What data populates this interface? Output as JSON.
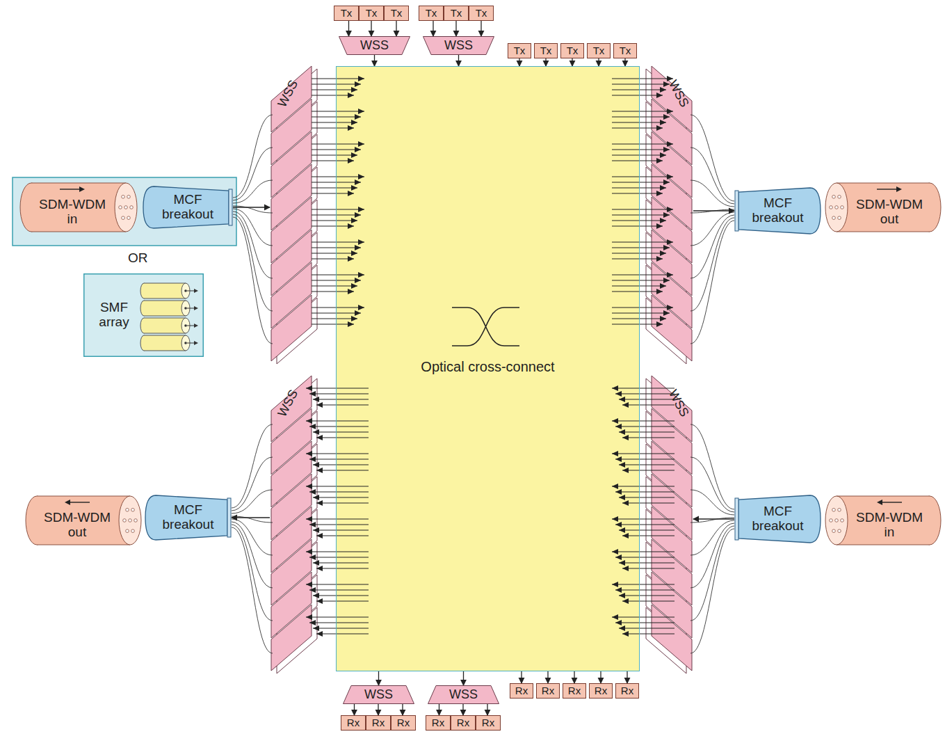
{
  "diagram": {
    "nodes": [
      {
        "text": [
          "Tx"
        ]
      },
      {
        "text": [
          "Tx"
        ]
      },
      {
        "text": [
          "Tx"
        ]
      },
      {
        "text": [
          "Tx"
        ]
      },
      {
        "text": [
          "Tx"
        ]
      },
      {
        "text": [
          "Tx"
        ]
      },
      {
        "text": [
          "WSS"
        ]
      },
      {
        "text": [
          "WSS"
        ]
      },
      {
        "text": [
          "Tx"
        ]
      },
      {
        "text": [
          "Tx"
        ]
      },
      {
        "text": [
          "Tx"
        ]
      },
      {
        "text": [
          "Tx"
        ]
      },
      {
        "text": [
          "Tx"
        ]
      },
      {
        "text": [
          "Optical cross-connect"
        ]
      },
      {
        "text": [
          "WSS"
        ]
      },
      {
        "text": [
          "WSS"
        ]
      },
      {
        "text": [
          "SDM-WDM in"
        ]
      },
      {
        "text": [
          "MCF breakout"
        ]
      },
      {
        "text": [
          "MCF breakout"
        ]
      },
      {
        "text": [
          "SDM-WDM out"
        ]
      },
      {
        "text": [
          "SMF array"
        ]
      },
      {
        "text": [
          "WSS"
        ]
      },
      {
        "text": [
          "WSS"
        ]
      },
      {
        "text": [
          "SDM-WDM out"
        ]
      },
      {
        "text": [
          "MCF breakout"
        ]
      },
      {
        "text": [
          "MCF breakout"
        ]
      },
      {
        "text": [
          "SDM-WDM in"
        ]
      },
      {
        "text": [
          "WSS"
        ]
      },
      {
        "text": [
          "WSS"
        ]
      },
      {
        "text": [
          "Rx"
        ]
      },
      {
        "text": [
          "Rx"
        ]
      },
      {
        "text": [
          "Rx"
        ]
      },
      {
        "text": [
          "Rx"
        ]
      },
      {
        "text": [
          "Rx"
        ]
      },
      {
        "text": [
          "Rx"
        ]
      },
      {
        "text": [
          "Rx"
        ]
      },
      {
        "text": [
          "Rx"
        ]
      },
      {
        "text": [
          "Rx"
        ]
      },
      {
        "text": [
          "Rx"
        ]
      },
      {
        "text": [
          "Rx"
        ]
      }
    ],
    "edges": [
      {
        "from": 0,
        "to": 6,
        "arrow": "to"
      },
      {
        "from": 1,
        "to": 6,
        "arrow": "to"
      },
      {
        "from": 2,
        "to": 6,
        "arrow": "to"
      },
      {
        "from": 3,
        "to": 7,
        "arrow": "to"
      },
      {
        "from": 4,
        "to": 7,
        "arrow": "to"
      },
      {
        "from": 5,
        "to": 7,
        "arrow": "to"
      },
      {
        "from": 6,
        "to": 13,
        "arrow": "to"
      },
      {
        "from": 7,
        "to": 13,
        "arrow": "to"
      },
      {
        "from": 8,
        "to": 13,
        "arrow": "to"
      },
      {
        "from": 9,
        "to": 13,
        "arrow": "to"
      },
      {
        "from": 10,
        "to": 13,
        "arrow": "to"
      },
      {
        "from": 11,
        "to": 13,
        "arrow": "to"
      },
      {
        "from": 12,
        "to": 13,
        "arrow": "to"
      },
      {
        "from": 17,
        "to": 14,
        "arrow": "to"
      },
      {
        "from": 15,
        "to": 18,
        "arrow": "to"
      },
      {
        "from": 21,
        "to": 24,
        "arrow": "to"
      },
      {
        "from": 25,
        "to": 22,
        "arrow": "to"
      },
      {
        "from": 13,
        "to": 27,
        "arrow": "to"
      },
      {
        "from": 13,
        "to": 28,
        "arrow": "to"
      },
      {
        "from": 27,
        "to": 29,
        "arrow": "to"
      },
      {
        "from": 27,
        "to": 30,
        "arrow": "to"
      },
      {
        "from": 27,
        "to": 31,
        "arrow": "to"
      },
      {
        "from": 28,
        "to": 32,
        "arrow": "to"
      },
      {
        "from": 28,
        "to": 33,
        "arrow": "to"
      },
      {
        "from": 28,
        "to": 34,
        "arrow": "to"
      },
      {
        "from": 13,
        "to": 35,
        "arrow": "to"
      },
      {
        "from": 13,
        "to": 36,
        "arrow": "to"
      },
      {
        "from": 13,
        "to": 37,
        "arrow": "to"
      },
      {
        "from": 13,
        "to": 38,
        "arrow": "to"
      },
      {
        "from": 13,
        "to": 39,
        "arrow": "to"
      }
    ],
    "labels": [
      "OR"
    ]
  }
}
